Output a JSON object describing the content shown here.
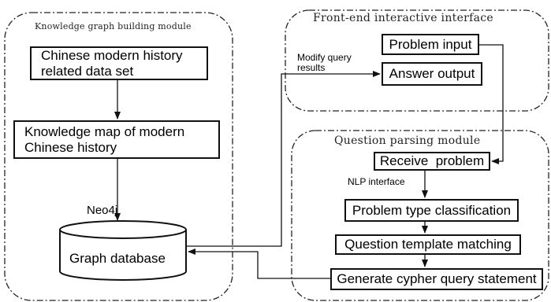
{
  "modules": {
    "kg": {
      "title": "Knowledge graph building module"
    },
    "frontend": {
      "title": "Front-end interactive interface"
    },
    "parsing": {
      "title": "Question parsing module"
    }
  },
  "nodes": {
    "dataset": "Chinese modern history related data set",
    "kmap": "Knowledge map of modern  Chinese history",
    "neo4j_label": "Neo4j",
    "graphdb": "Graph database",
    "problem_input": "Problem input",
    "answer_output": "Answer output",
    "receive_problem": "Receive  problem",
    "type_classification": "Problem type classification",
    "template_matching": "Question template matching",
    "cypher_statement": "Generate cypher query statement"
  },
  "edge_labels": {
    "modify_query": "Modify query results",
    "nlp_interface": "NLP  interface"
  }
}
